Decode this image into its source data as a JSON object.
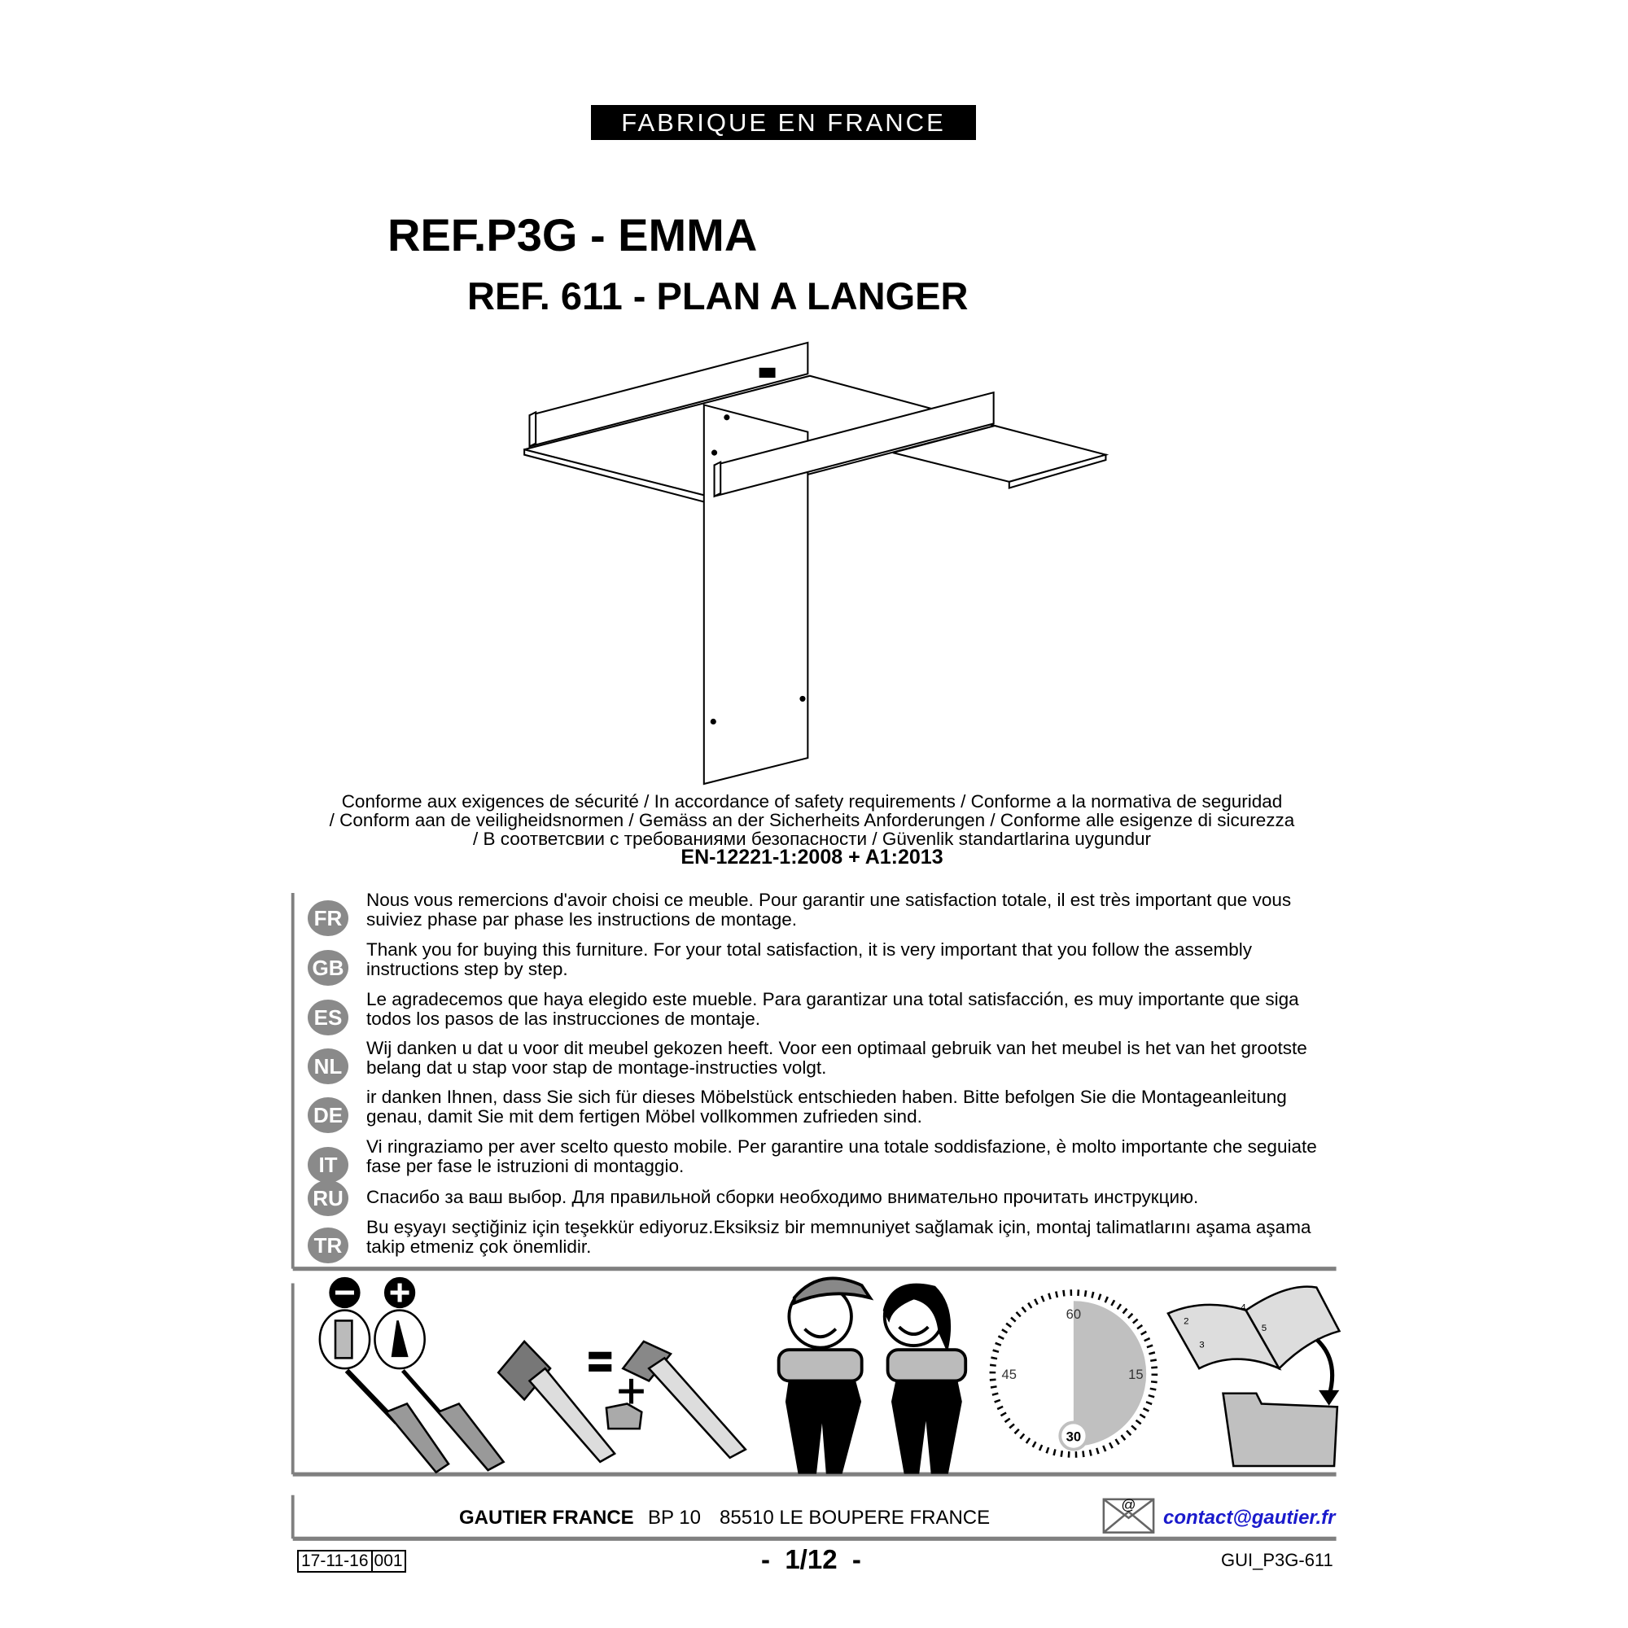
{
  "header": {
    "banner": "FABRIQUE EN FRANCE",
    "title": "REF.P3G - EMMA",
    "subtitle": "REF. 611  - PLAN A LANGER"
  },
  "compliance": {
    "lines": [
      "Conforme aux exigences de sécurité / In accordance of safety requirements / Conforme a la normativa de seguridad",
      "/ Conform aan de veiligheidsnormen / Gemäss an der Sicherheits Anforderungen / Conforme alle esigenze di sicurezza",
      "/ В соответсвии с требованиями безопасности / Güvenlik standartlarina uygundur"
    ],
    "norm": "EN-12221-1:2008 + A1:2013"
  },
  "languages": [
    {
      "code": "FR",
      "text": "Nous vous remercions d'avoir choisi ce meuble. Pour garantir une satisfaction totale, il est très important que vous suiviez phase par phase les instructions de montage."
    },
    {
      "code": "GB",
      "text": "Thank you for buying this furniture. For your total satisfaction, it is very important that you follow the assembly instructions step by step."
    },
    {
      "code": "ES",
      "text": "Le agradecemos que haya elegido este mueble. Para garantizar una total satisfacción, es muy importante que siga todos los pasos de las instrucciones de montaje."
    },
    {
      "code": "NL",
      "text": "Wij danken u dat u voor dit meubel gekozen heeft. Voor een optimaal gebruik van het meubel is het van het grootste belang dat u stap voor stap de montage-instructies volgt."
    },
    {
      "code": "DE",
      "text": "ir danken Ihnen, dass Sie sich für dieses Möbelstück entschieden haben. Bitte befolgen Sie die Montageanleitung genau, damit Sie mit dem fertigen Möbel vollkommen zufrieden sind."
    },
    {
      "code": "IT",
      "text": "Vi ringraziamo per aver scelto questo mobile. Per garantire una totale soddisfazione, è molto importante che seguiate fase per fase le istruzioni di montaggio."
    },
    {
      "code": "RU",
      "text": "Спасибо за ваш выбор. Для правильной сборки необходимо внимательно прочитать инструкцию."
    },
    {
      "code": "TR",
      "text": "Bu eşyayı seçtiğiniz için teşekkür ediyoruz.Eksiksiz bir memnuniyet sağlamak için, montaj talimatlarını aşama aşama takip etmeniz çok önemlidir."
    }
  ],
  "pictograms": {
    "clock": {
      "n60": "60",
      "n15": "15",
      "n45": "45",
      "n30": "30"
    },
    "book_pages": [
      "2",
      "3",
      "4",
      "5"
    ]
  },
  "footer": {
    "company": "GAUTIER FRANCE",
    "bp": "BP 10",
    "address": "85510 LE BOUPERE FRANCE",
    "email": "contact@gautier.fr",
    "email_color": "#1a1acc"
  },
  "bottom": {
    "date": "17-11-16",
    "version": "001",
    "page": "-  1/12  -",
    "doc_code": "GUI_P3G-611"
  }
}
